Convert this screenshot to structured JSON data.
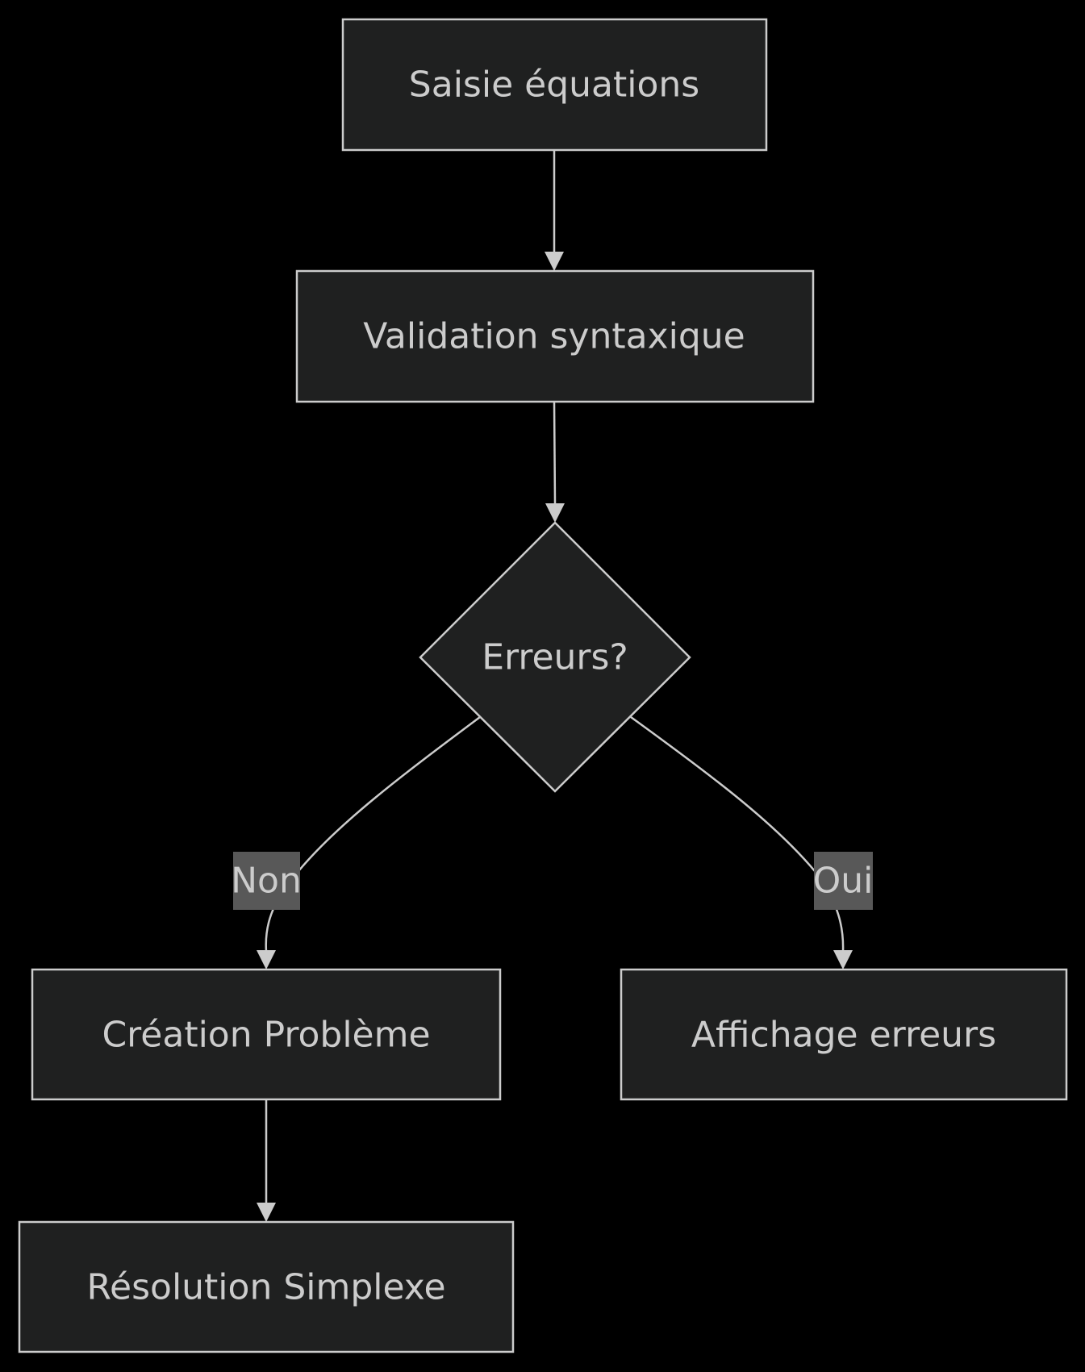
{
  "flowchart": {
    "nodes": {
      "saisie": "Saisie équations",
      "validation": "Validation syntaxique",
      "erreurs": "Erreurs?",
      "creation": "Création Problème",
      "affichage": "Affichage erreurs",
      "resolution": "Résolution Simplexe"
    },
    "edges": {
      "non": "Non",
      "oui": "Oui"
    }
  },
  "colors": {
    "background": "#000000",
    "node_fill": "#1f2020",
    "stroke": "#cccccc",
    "text": "#cccccc",
    "edge_label_bg": "#585858"
  }
}
